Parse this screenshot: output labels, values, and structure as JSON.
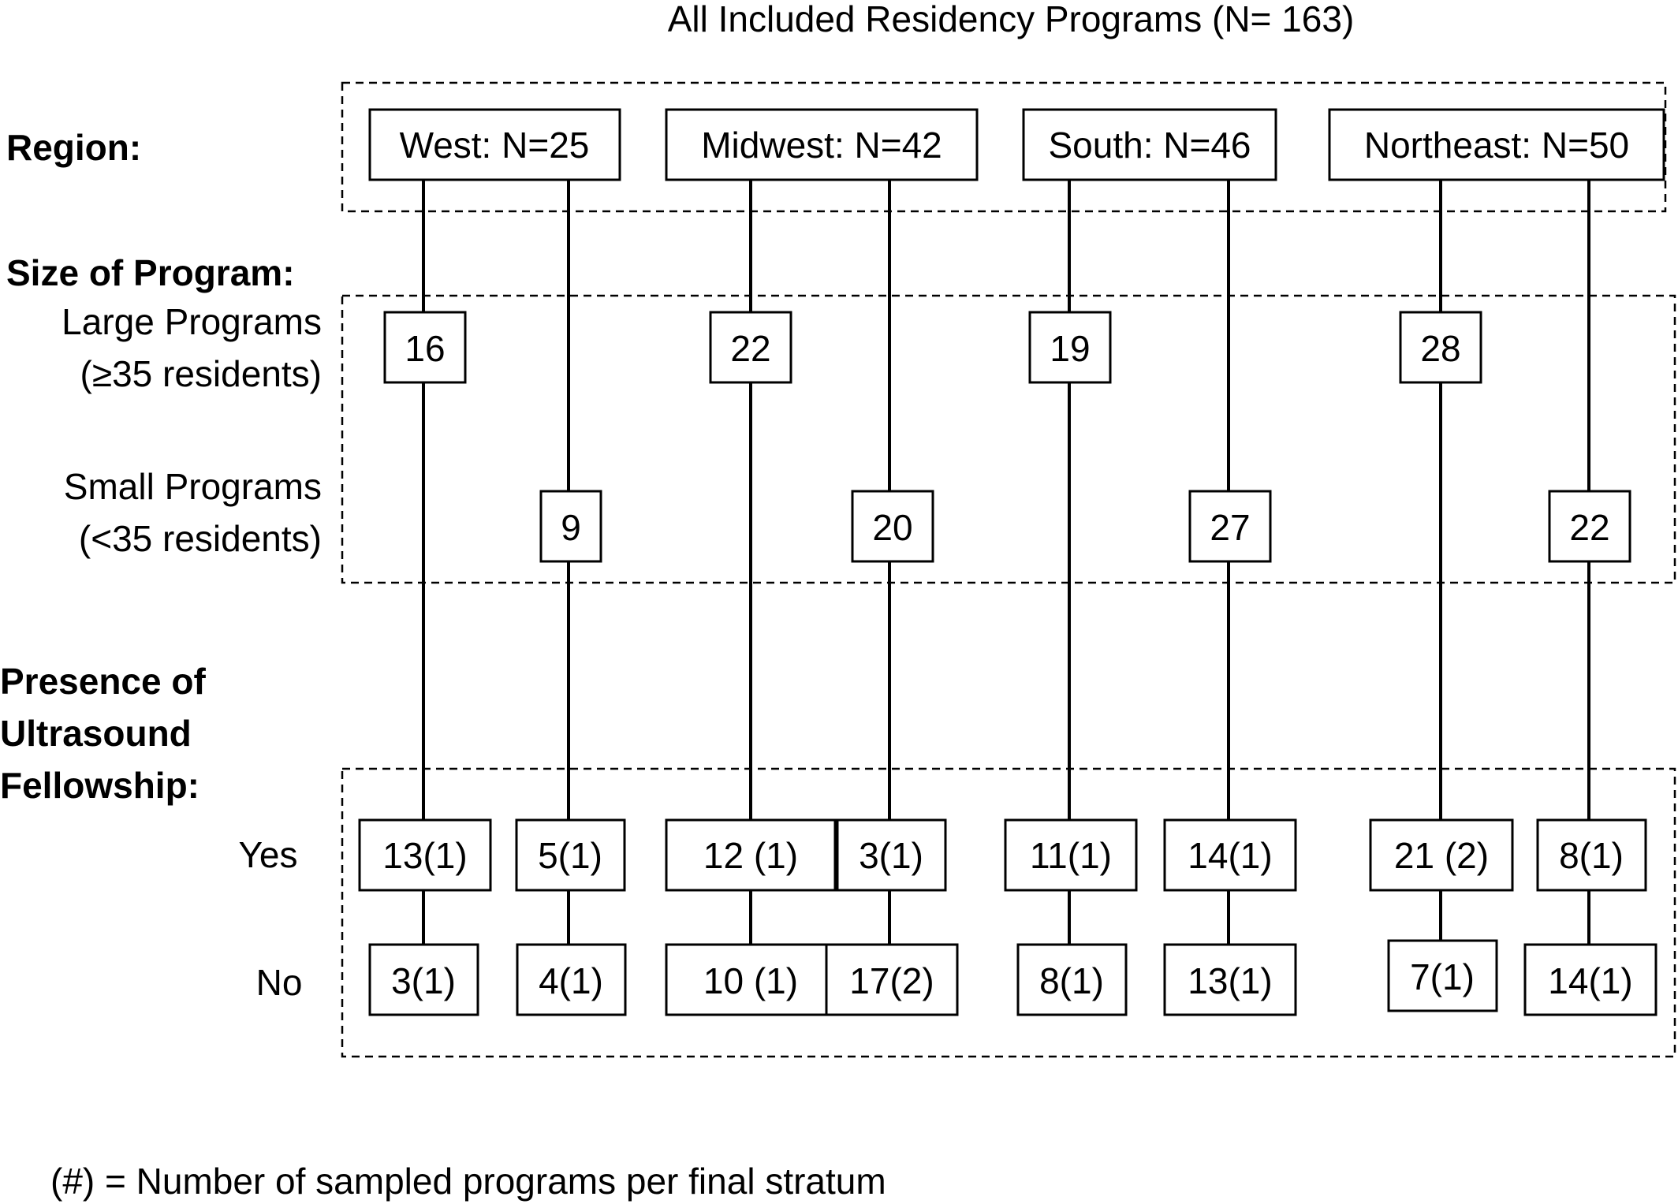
{
  "title": "All Included Residency Programs (N= 163)",
  "section_labels": {
    "region": "Region:",
    "size": "Size of Program:",
    "large": [
      "Large Programs",
      "(≥35 residents)"
    ],
    "small": [
      "Small Programs",
      "(<35 residents)"
    ],
    "fellowship": [
      "Presence of",
      "Ultrasound",
      "Fellowship:"
    ],
    "yes": "Yes",
    "no": "No"
  },
  "regions": [
    {
      "label": "West: N=25",
      "large": "16",
      "small": "9",
      "large_yes": "13(1)",
      "large_no": "3(1)",
      "small_yes": "5(1)",
      "small_no": "4(1)"
    },
    {
      "label": "Midwest: N=42",
      "large": "22",
      "small": "20",
      "large_yes": "12 (1)",
      "large_no": "10 (1)",
      "small_yes": "3(1)",
      "small_no": "17(2)"
    },
    {
      "label": "South:  N=46",
      "large": "19",
      "small": "27",
      "large_yes": "11(1)",
      "large_no": "8(1)",
      "small_yes": "14(1)",
      "small_no": "13(1)"
    },
    {
      "label": "Northeast: N=50",
      "large": "28",
      "small": "22",
      "large_yes": "21 (2)",
      "large_no": "7(1)",
      "small_yes": "8(1)",
      "small_no": "14(1)"
    }
  ],
  "footnote": "(#) = Number of sampled programs per final stratum"
}
